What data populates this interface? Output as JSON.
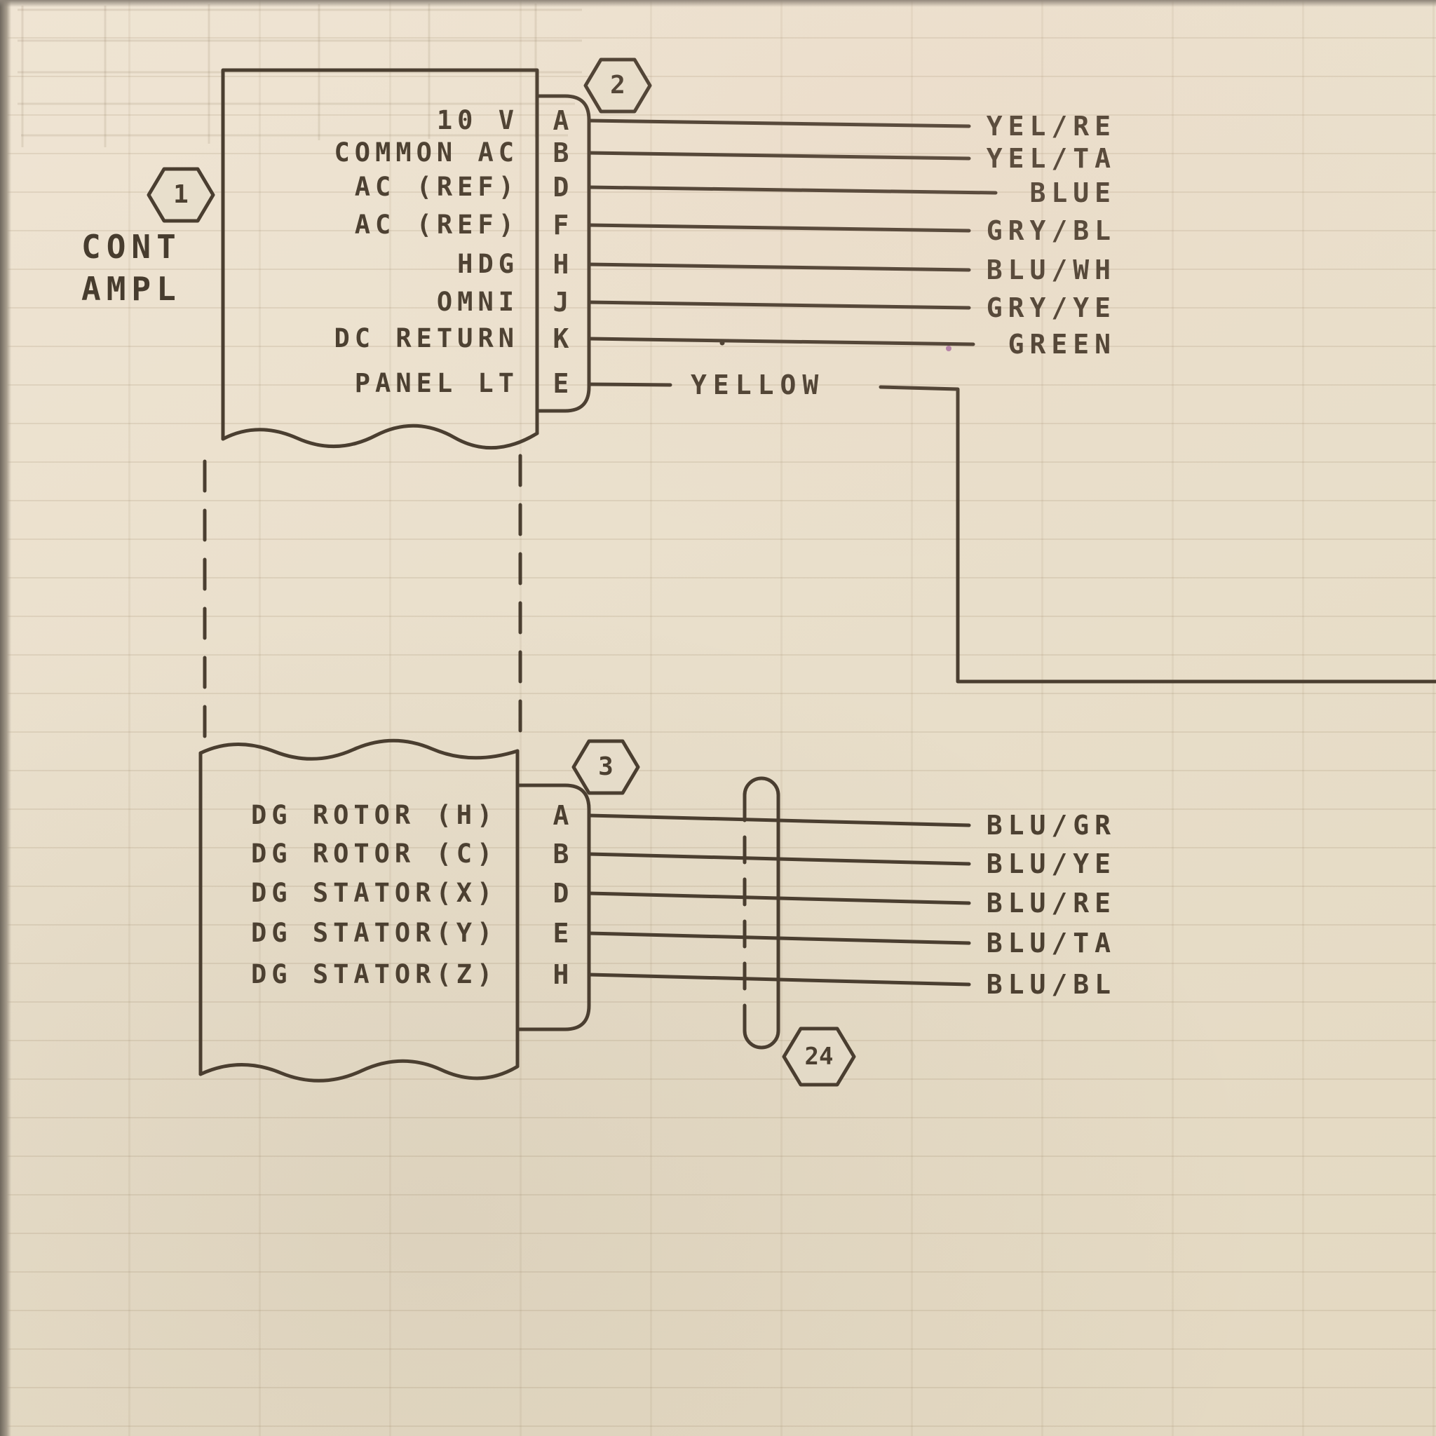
{
  "colors": {
    "paper": "#e7decb",
    "ink": "#4a3e30"
  },
  "component": {
    "name_line1": "CONT",
    "name_line2": "AMPL"
  },
  "callouts": {
    "component": "1",
    "connector2": "2",
    "connector3": "3",
    "shield": "24"
  },
  "connector2": {
    "rows": [
      {
        "signal": "10 V",
        "pin": "A",
        "wire": "YEL/RE"
      },
      {
        "signal": "COMMON AC",
        "pin": "B",
        "wire": "YEL/TA"
      },
      {
        "signal": "AC (REF)",
        "pin": "D",
        "wire": "BLUE"
      },
      {
        "signal": "AC (REF)",
        "pin": "F",
        "wire": "GRY/BL"
      },
      {
        "signal": "HDG",
        "pin": "H",
        "wire": "BLU/WH"
      },
      {
        "signal": "OMNI",
        "pin": "J",
        "wire": "GRY/YE"
      },
      {
        "signal": "DC RETURN",
        "pin": "K",
        "wire": "GREEN"
      },
      {
        "signal": "PANEL LT",
        "pin": "E",
        "wire": "YELLOW"
      }
    ]
  },
  "connector3": {
    "rows": [
      {
        "signal": "DG ROTOR (H)",
        "pin": "A",
        "wire": "BLU/GR"
      },
      {
        "signal": "DG ROTOR (C)",
        "pin": "B",
        "wire": "BLU/YE"
      },
      {
        "signal": "DG STATOR(X)",
        "pin": "D",
        "wire": "BLU/RE"
      },
      {
        "signal": "DG STATOR(Y)",
        "pin": "E",
        "wire": "BLU/TA"
      },
      {
        "signal": "DG STATOR(Z)",
        "pin": "H",
        "wire": "BLU/BL"
      }
    ]
  }
}
